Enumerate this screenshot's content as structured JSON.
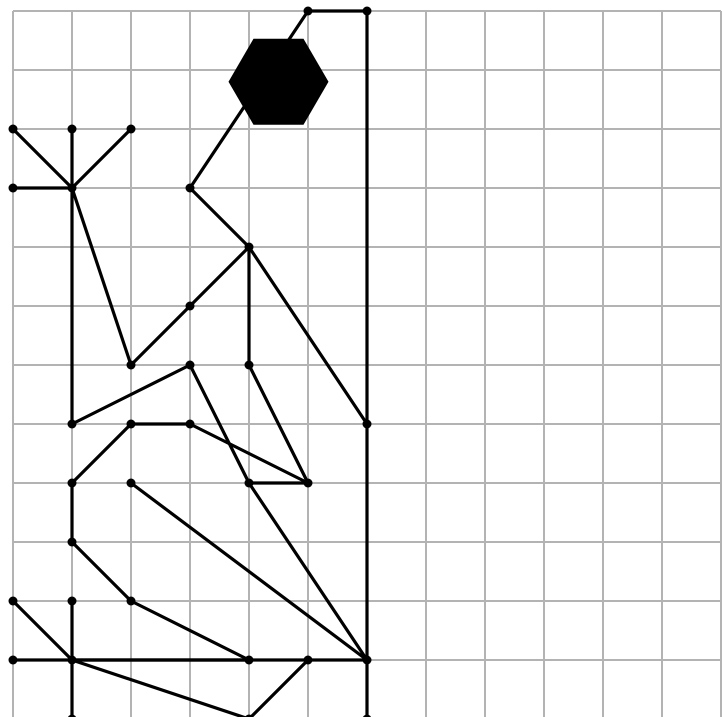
{
  "diagram": {
    "grid": {
      "columns": 12,
      "rows": 12,
      "line_color": "#b3b3b3"
    },
    "figure": {
      "line_color": "#000000",
      "segments": [
        [
          [
            5,
            0
          ],
          [
            6,
            0
          ]
        ],
        [
          [
            6,
            0
          ],
          [
            6,
            12
          ]
        ],
        [
          [
            5,
            0
          ],
          [
            3,
            3
          ]
        ],
        [
          [
            0,
            2
          ],
          [
            1,
            3
          ]
        ],
        [
          [
            2,
            2
          ],
          [
            1,
            3
          ]
        ],
        [
          [
            1,
            2
          ],
          [
            1,
            3
          ]
        ],
        [
          [
            0,
            3
          ],
          [
            1,
            3
          ]
        ],
        [
          [
            1,
            3
          ],
          [
            1,
            7
          ]
        ],
        [
          [
            1,
            3
          ],
          [
            2,
            6
          ]
        ],
        [
          [
            2,
            6
          ],
          [
            3,
            5
          ]
        ],
        [
          [
            3,
            5
          ],
          [
            4,
            4
          ]
        ],
        [
          [
            3,
            3
          ],
          [
            4,
            4
          ]
        ],
        [
          [
            4,
            4
          ],
          [
            4,
            6
          ]
        ],
        [
          [
            4,
            4
          ],
          [
            6,
            7
          ]
        ],
        [
          [
            1,
            7
          ],
          [
            3,
            6
          ]
        ],
        [
          [
            3,
            6
          ],
          [
            4,
            8
          ]
        ],
        [
          [
            4,
            6
          ],
          [
            5,
            8
          ]
        ],
        [
          [
            4,
            8
          ],
          [
            5,
            8
          ]
        ],
        [
          [
            2,
            7
          ],
          [
            3,
            7
          ]
        ],
        [
          [
            3,
            7
          ],
          [
            5,
            8
          ]
        ],
        [
          [
            2,
            7
          ],
          [
            1,
            8
          ]
        ],
        [
          [
            1,
            8
          ],
          [
            1,
            9
          ]
        ],
        [
          [
            1,
            9
          ],
          [
            2,
            10
          ]
        ],
        [
          [
            2,
            10
          ],
          [
            4,
            11
          ]
        ],
        [
          [
            2,
            8
          ],
          [
            6,
            11
          ]
        ],
        [
          [
            4,
            8
          ],
          [
            6,
            11
          ]
        ],
        [
          [
            0,
            11
          ],
          [
            6,
            11
          ]
        ],
        [
          [
            0,
            10
          ],
          [
            1,
            11
          ]
        ],
        [
          [
            1,
            10
          ],
          [
            1,
            12
          ]
        ],
        [
          [
            1,
            11
          ],
          [
            4,
            11
          ]
        ],
        [
          [
            1,
            11
          ],
          [
            4,
            12
          ]
        ],
        [
          [
            4,
            12
          ],
          [
            5,
            11
          ]
        ]
      ],
      "points": [
        [
          5,
          0
        ],
        [
          6,
          0
        ],
        [
          0,
          2
        ],
        [
          1,
          2
        ],
        [
          2,
          2
        ],
        [
          0,
          3
        ],
        [
          1,
          3
        ],
        [
          3,
          3
        ],
        [
          4,
          4
        ],
        [
          3,
          5
        ],
        [
          2,
          6
        ],
        [
          3,
          6
        ],
        [
          4,
          6
        ],
        [
          1,
          7
        ],
        [
          6,
          7
        ],
        [
          2,
          7
        ],
        [
          3,
          7
        ],
        [
          1,
          8
        ],
        [
          2,
          8
        ],
        [
          4,
          8
        ],
        [
          5,
          8
        ],
        [
          1,
          9
        ],
        [
          0,
          10
        ],
        [
          1,
          10
        ],
        [
          2,
          10
        ],
        [
          0,
          11
        ],
        [
          1,
          11
        ],
        [
          4,
          11
        ],
        [
          5,
          11
        ],
        [
          6,
          11
        ],
        [
          1,
          12
        ],
        [
          4,
          12
        ],
        [
          6,
          12
        ]
      ],
      "hexagon": {
        "center": [
          4.5,
          1.2
        ],
        "color": "#000000"
      }
    }
  }
}
